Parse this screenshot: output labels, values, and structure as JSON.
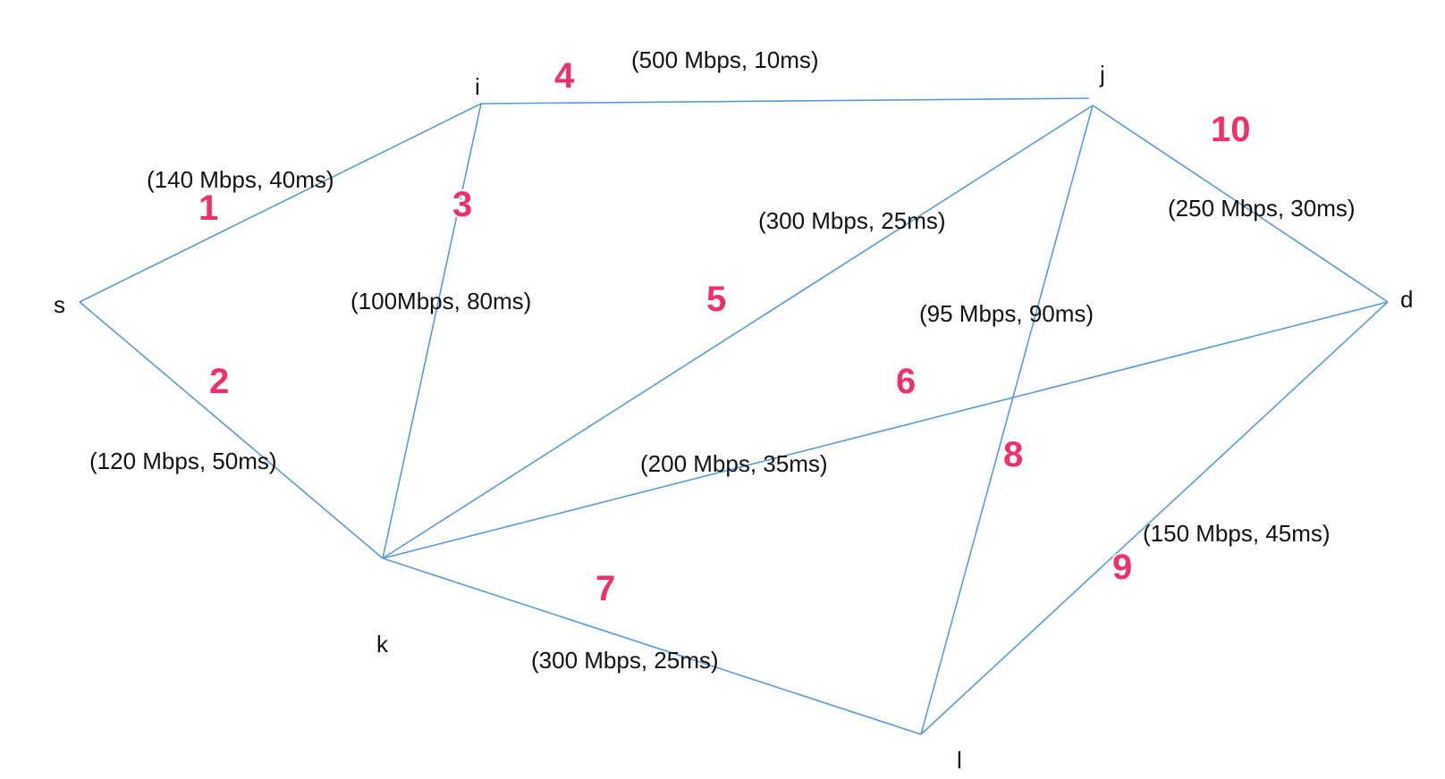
{
  "nodes": [
    {
      "id": "s",
      "label": "s"
    },
    {
      "id": "i",
      "label": "i"
    },
    {
      "id": "j",
      "label": "j"
    },
    {
      "id": "d",
      "label": "d"
    },
    {
      "id": "k",
      "label": "k"
    },
    {
      "id": "l",
      "label": "l"
    }
  ],
  "edges": [
    {
      "id": "1",
      "from": "s",
      "to": "i",
      "number": "1",
      "label": "(140 Mbps, 40ms)"
    },
    {
      "id": "2",
      "from": "s",
      "to": "k",
      "number": "2",
      "label": "(120 Mbps, 50ms)"
    },
    {
      "id": "3",
      "from": "i",
      "to": "k",
      "number": "3",
      "label": "(100Mbps, 80ms)"
    },
    {
      "id": "4",
      "from": "i",
      "to": "j",
      "number": "4",
      "label": "(500 Mbps, 10ms)"
    },
    {
      "id": "5",
      "from": "j",
      "to": "k",
      "number": "5",
      "label": "(300 Mbps, 25ms)"
    },
    {
      "id": "6",
      "from": "k",
      "to": "d",
      "number": "6",
      "label": "(200 Mbps, 35ms)"
    },
    {
      "id": "7",
      "from": "k",
      "to": "l",
      "number": "7",
      "label": "(300 Mbps, 25ms)"
    },
    {
      "id": "8",
      "from": "j",
      "to": "l",
      "number": "8",
      "label": "(95 Mbps, 90ms)"
    },
    {
      "id": "9",
      "from": "l",
      "to": "d",
      "number": "9",
      "label": "(150 Mbps, 45ms)"
    },
    {
      "id": "10",
      "from": "j",
      "to": "d",
      "number": "10",
      "label": "(250 Mbps, 30ms)"
    }
  ],
  "colors": {
    "edge": "#5b9bd5",
    "edge_number": "#f0306a",
    "text": "#111111"
  }
}
